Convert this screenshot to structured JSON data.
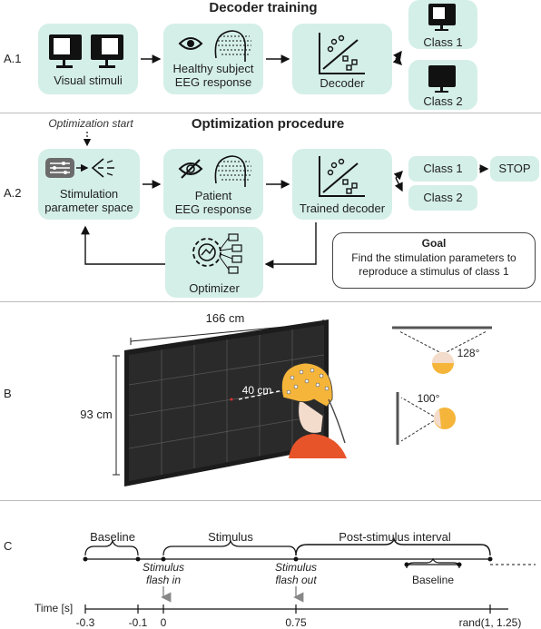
{
  "a1": {
    "label": "A.1",
    "title": "Decoder training",
    "visual_stimuli": "Visual stimuli",
    "healthy_line1": "Healthy subject",
    "healthy_line2": "EEG response",
    "decoder": "Decoder",
    "class1": "Class 1",
    "class2": "Class 2"
  },
  "a2": {
    "label": "A.2",
    "title": "Optimization procedure",
    "optimization_start": "Optimization start",
    "stim_line1": "Stimulation",
    "stim_line2": "parameter space",
    "patient_line1": "Patient",
    "patient_line2": "EEG response",
    "trained_decoder": "Trained decoder",
    "class1": "Class 1",
    "class2": "Class 2",
    "stop": "STOP",
    "optimizer": "Optimizer",
    "goal_title": "Goal",
    "goal_line1": "Find the stimulation parameters to",
    "goal_line2": "reproduce a stimulus of class 1"
  },
  "b": {
    "label": "B",
    "width": "166 cm",
    "height": "93 cm",
    "distance": "40 cm",
    "angle_h": "128°",
    "angle_v": "100°"
  },
  "c": {
    "label": "C",
    "baseline": "Baseline",
    "stimulus": "Stimulus",
    "post_stimulus": "Post-stimulus interval",
    "flash_in_line1": "Stimulus",
    "flash_in_line2": "flash in",
    "flash_out_line1": "Stimulus",
    "flash_out_line2": "flash out",
    "baseline2": "Baseline",
    "time_axis": "Time [s]",
    "ticks": [
      "-0.3",
      "-0.1",
      "0",
      "0.75",
      "rand(1, 1.25)"
    ]
  },
  "colors": {
    "box_fill": "#d4efe8",
    "helmet": "#f5b53a",
    "shirt": "#e8542a",
    "screen": "#1c1c1c"
  },
  "icons": [
    "monitor-icon",
    "head-eeg-icon",
    "eye-icon",
    "eye-closed-icon",
    "scatter-icon",
    "sliders-icon",
    "gear-icon"
  ]
}
